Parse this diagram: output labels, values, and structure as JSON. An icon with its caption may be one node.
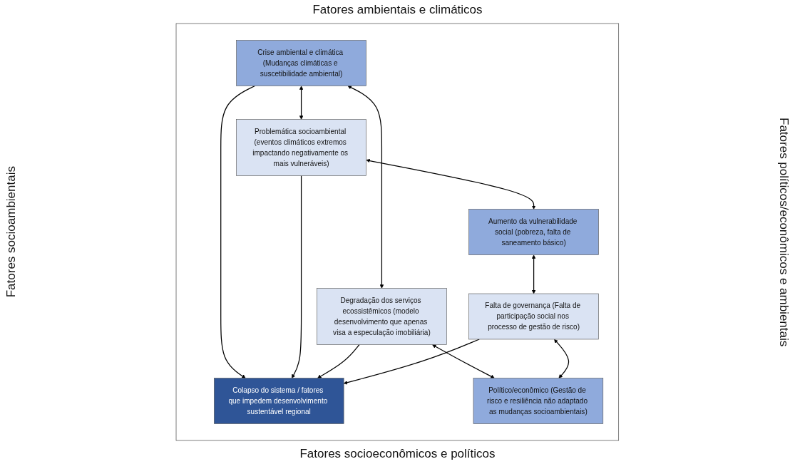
{
  "diagram": {
    "nodes": [
      {
        "text": [],
        "shape": "box"
      },
      {
        "text": [
          "Crise ambiental e climática (Mudanças climáticas e suscetibilidade ambiental)"
        ],
        "in": 0
      },
      {
        "text": [
          "Problemática socioambiental (eventos climáticos extremos impactando negativamente os mais vulneráveis)"
        ],
        "in": 0
      },
      {
        "text": [
          "Colapso do sistema / fatores que impedem desenvolvimento sustentável regional"
        ],
        "in": 0
      },
      {
        "text": [
          "Degradação dos serviços ecossistêmicos (modelo desenvolvimento que apenas visa a especulação imobiliária)"
        ],
        "in": 0
      },
      {
        "text": [
          "Aumento da vulnerabilidade social (pobreza, falta de saneamento básico)"
        ],
        "in": 0
      },
      {
        "text": [
          "Falta de governança (Falta de participação social nos processo de gestão de risco)"
        ],
        "in": 0
      },
      {
        "text": [
          "Político/econômico (Gestão de risco e resiliência não adaptado as mudanças socioambientais)"
        ],
        "in": 0
      }
    ],
    "edges": [
      {
        "from": 1,
        "to": 2,
        "arrow": "both"
      },
      {
        "from": 1,
        "to": 3,
        "arrow": "to"
      },
      {
        "from": 1,
        "to": 4,
        "arrow": "both"
      },
      {
        "from": 2,
        "to": 3,
        "arrow": "to"
      },
      {
        "from": 4,
        "to": 3,
        "arrow": "to"
      },
      {
        "from": 2,
        "to": 5,
        "arrow": "both"
      },
      {
        "from": 6,
        "to": 3,
        "arrow": "to"
      },
      {
        "from": 4,
        "to": 7,
        "arrow": "both"
      },
      {
        "from": 5,
        "to": 6,
        "arrow": "both"
      },
      {
        "from": 6,
        "to": 7,
        "arrow": "both"
      }
    ],
    "labels": [
      "Fatores ambientais e climáticos",
      "Fatores socioambientais",
      "Fatores políticos/econômicos e ambientais",
      "Fatores socioeconômicos e políticos"
    ]
  }
}
